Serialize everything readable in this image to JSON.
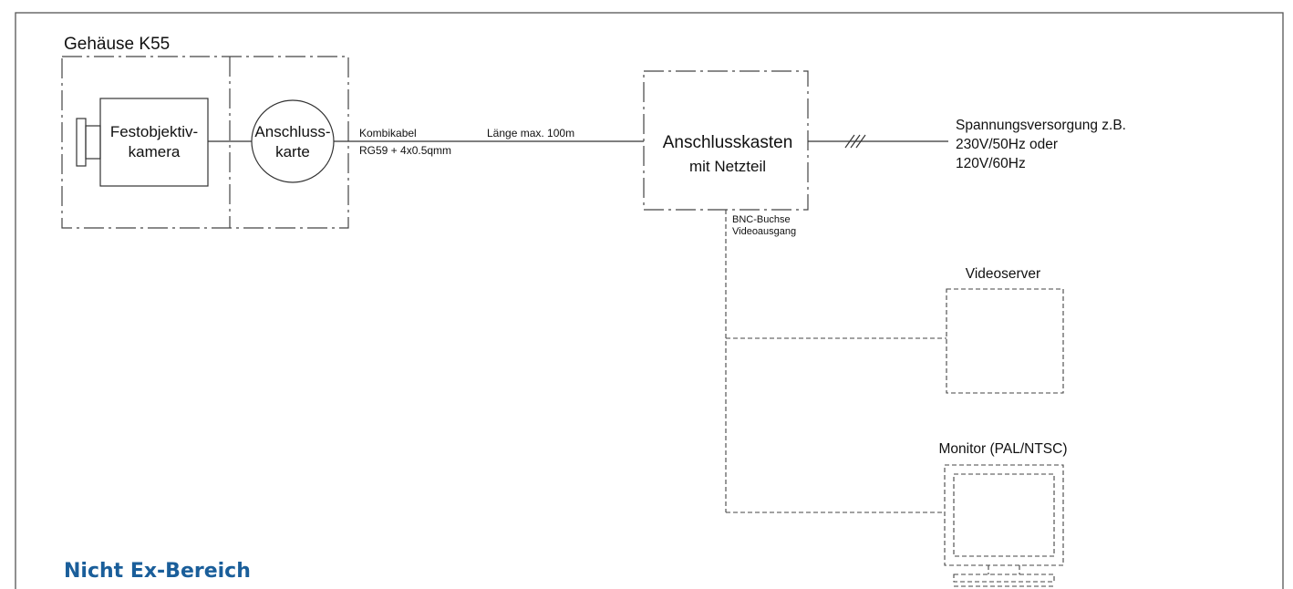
{
  "housing": {
    "title": "Gehäuse K55"
  },
  "camera": {
    "line1": "Festobjektiv-",
    "line2": "kamera"
  },
  "connection_card": {
    "line1": "Anschluss-",
    "line2": "karte"
  },
  "cable": {
    "type_line1": "Kombikabel",
    "type_line2": "RG59 + 4x0.5qmm",
    "length": "Länge max. 100m"
  },
  "junction_box": {
    "line1": "Anschlusskasten",
    "line2": "mit Netzteil"
  },
  "power_supply": {
    "line1": "Spannungsversorgung z.B.",
    "line2": "230V/50Hz oder",
    "line3": "120V/60Hz"
  },
  "video_output": {
    "line1": "BNC-Buchse",
    "line2": "Videoausgang"
  },
  "videoserver": {
    "label": "Videoserver"
  },
  "monitor": {
    "label": "Monitor (PAL/NTSC)"
  },
  "zone": {
    "label": "Nicht Ex-Bereich"
  },
  "colors": {
    "line": "#444444",
    "zone_label": "#1a5e9a"
  }
}
